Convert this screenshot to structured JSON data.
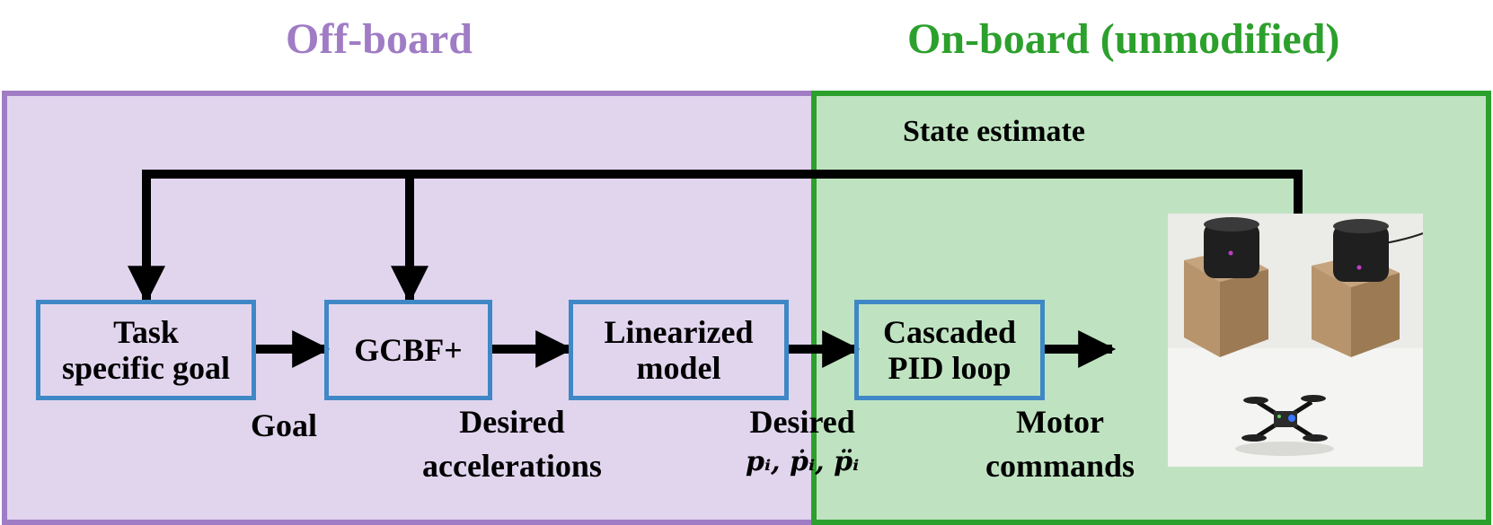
{
  "titles": {
    "offboard": "Off-board",
    "onboard": "On-board (unmodified)"
  },
  "state_estimate": "State estimate",
  "blocks": {
    "task": [
      "Task",
      "specific goal"
    ],
    "gcbf": [
      "GCBF+"
    ],
    "linearized": [
      "Linearized",
      "model"
    ],
    "pid": [
      "Cascaded",
      "PID loop"
    ]
  },
  "labels": {
    "goal": "Goal",
    "desired_accelerations": [
      "Desired",
      "accelerations"
    ],
    "desired_states": [
      "Desired",
      "pᵢ, ṗᵢ, p̈ᵢ"
    ],
    "motor_commands": [
      "Motor",
      "commands"
    ]
  },
  "colors": {
    "offboard_accent": "#a07cc5",
    "offboard_fill": "#e1d5ee",
    "onboard_accent": "#2ca02c",
    "onboard_fill": "#bfe3c1",
    "block_border": "#3f88c5"
  }
}
